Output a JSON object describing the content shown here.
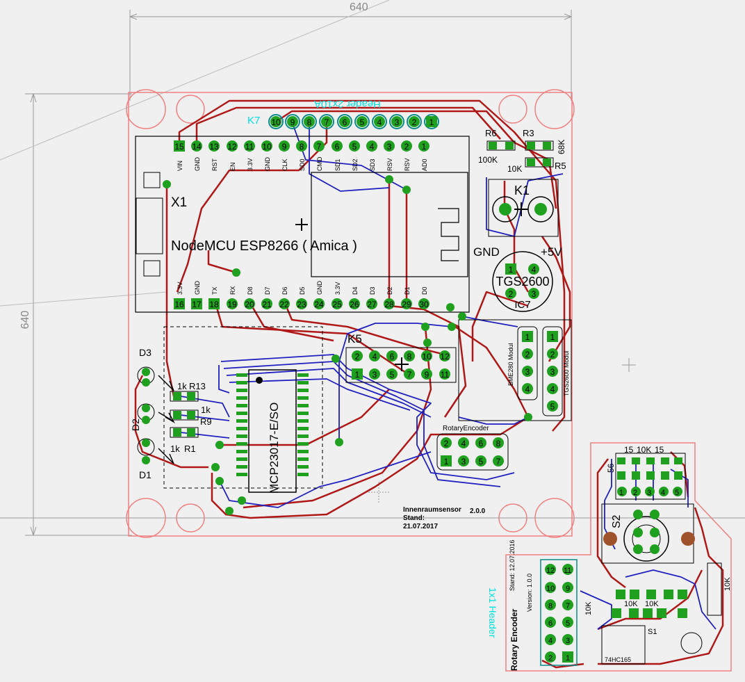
{
  "dimensions": {
    "width_label": "640",
    "height_label": "640"
  },
  "module": {
    "designator": "X1",
    "name": "NodeMCU ESP8266 ( Amica )",
    "top_pin_numbers": [
      "15",
      "14",
      "13",
      "12",
      "11",
      "10",
      "9",
      "8",
      "7",
      "6",
      "5",
      "4",
      "3",
      "2",
      "1"
    ],
    "top_pin_names": [
      "VIN",
      "GND",
      "RST",
      "EN",
      "3.3V",
      "GND",
      "CLK",
      "SD0",
      "CMD",
      "SD1",
      "SD2",
      "SD3",
      "RSV",
      "RSV",
      "AD0"
    ],
    "bottom_pin_numbers": [
      "16",
      "17",
      "18",
      "19",
      "20",
      "21",
      "22",
      "23",
      "24",
      "25",
      "26",
      "27",
      "28",
      "29",
      "30"
    ],
    "bottom_pin_names": [
      "3.3V",
      "GND",
      "TX",
      "RX",
      "D8",
      "D7",
      "D6",
      "D5",
      "GND",
      "3.3V",
      "D4",
      "D3",
      "D2",
      "D1",
      "D0"
    ]
  },
  "header_top": {
    "label": "Header 2x10A",
    "designator": "K7",
    "pins": [
      "10",
      "9",
      "8",
      "7",
      "6",
      "5",
      "4",
      "3",
      "2",
      "1"
    ]
  },
  "resistors": {
    "r6": "R6",
    "r6_value": "100K",
    "r3": "R3",
    "r3_value": "68K",
    "r5": "R5",
    "r5_value": "10K",
    "r13": "R13",
    "r13_value": "1k",
    "r9": "R9",
    "r9_value": "1k",
    "r1": "R1",
    "r1_value": "1k"
  },
  "terminal": {
    "designator": "K1",
    "gnd": "GND",
    "plus5v": "+5V"
  },
  "sensor_ic": {
    "label": "TGS2600",
    "designator": "IC7",
    "pins": [
      "1",
      "4",
      "2",
      "3"
    ]
  },
  "leds": [
    "D3",
    "D2",
    "D1"
  ],
  "expander_ic": {
    "label": "MCP23017-E/SO"
  },
  "header_k5": {
    "designator": "K5",
    "top_pins": [
      "2",
      "4",
      "6",
      "8",
      "10",
      "12"
    ],
    "bottom_pins": [
      "1",
      "3",
      "5",
      "7",
      "9",
      "11"
    ]
  },
  "bme": {
    "label": "BME280 Modul",
    "pins": [
      "1",
      "2",
      "3",
      "4"
    ]
  },
  "tgs_modul": {
    "label": "TGS2600 Modul",
    "pins": [
      "1",
      "2",
      "3",
      "4",
      "5"
    ]
  },
  "rotary_header": {
    "label": "RotaryEncoder",
    "top_pins": [
      "2",
      "4",
      "6",
      "8"
    ],
    "bottom_pins": [
      "1",
      "3",
      "5",
      "7"
    ]
  },
  "board_info": {
    "title": "Innenraumsensor",
    "version": "2.0.0",
    "stand_label": "Stand:",
    "date": "21.07.2017"
  },
  "encoder_board": {
    "switch": "S2",
    "labels": [
      "15",
      "10K",
      "15"
    ],
    "side_label": "56",
    "header_label": "1x1 Header",
    "rotary_label": "Rotary Encoder",
    "version_label": "Version: 1.0.0",
    "stand_label": "Stand: 12.07.2016",
    "r_labels": [
      "10K",
      "10K",
      "10K",
      "10K"
    ],
    "s1": "S1",
    "ic_label": "74HC165"
  },
  "colors": {
    "background": "#f0f0f0",
    "outline": "#f08080",
    "copper_top": "#b01818",
    "copper_bottom": "#2020c0",
    "pad": "#1fa01f",
    "silk": "#00e0e0"
  }
}
